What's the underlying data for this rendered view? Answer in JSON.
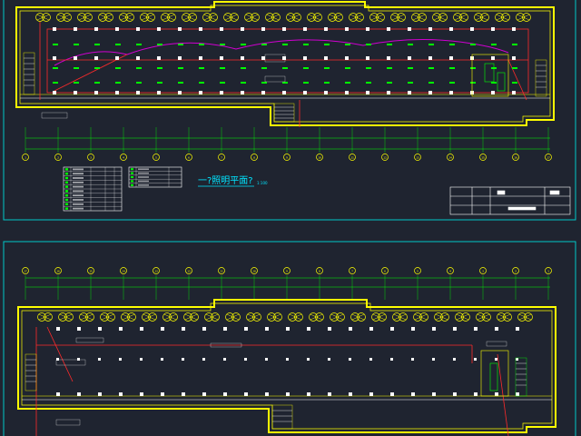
{
  "drawing": {
    "upper_plan_title": "一?照明平面?",
    "upper_plan_scale": "1:100",
    "colors": {
      "background": "#1f2430",
      "frame": "#00c8c8",
      "wall": "#ffff00",
      "circuit": "#ff2a2a",
      "fixture": "#ffffff",
      "fixture_green": "#00ff00",
      "arc": "#d000d0",
      "axis": "#ffff00",
      "title": "#00e5ff"
    },
    "upper_axes": [
      "1",
      "2",
      "3",
      "4",
      "5",
      "6",
      "7",
      "8",
      "9",
      "10",
      "11",
      "12",
      "13",
      "14",
      "15",
      "16",
      "17"
    ],
    "lower_axes": [
      "17",
      "16",
      "15",
      "14",
      "13",
      "12",
      "11",
      "10",
      "9",
      "8",
      "7",
      "6",
      "5",
      "4",
      "3",
      "2",
      "1"
    ]
  }
}
